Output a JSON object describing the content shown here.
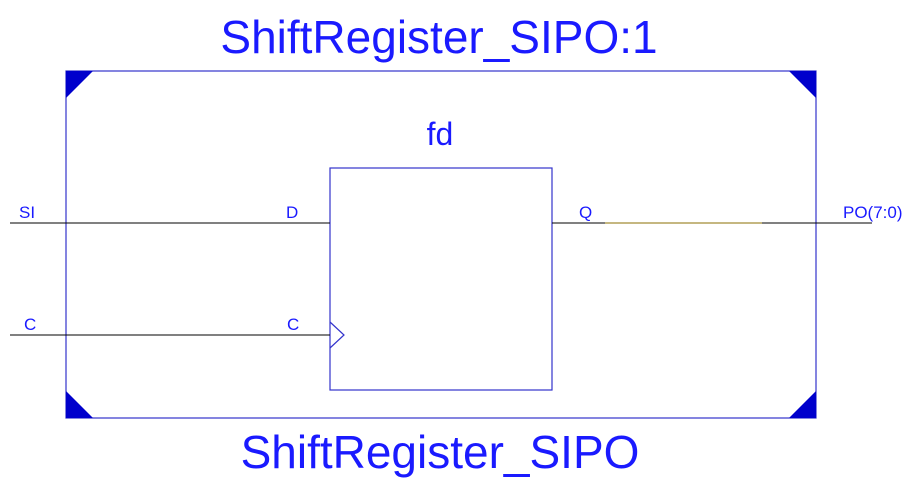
{
  "instance_name": "ShiftRegister_SIPO:1",
  "module_name": "ShiftRegister_SIPO",
  "cell_name": "fd",
  "ports": {
    "in_si": "SI",
    "in_c": "C",
    "out_po": "PO(7:0)"
  },
  "cell_pins": {
    "d": "D",
    "c": "C",
    "q": "Q"
  },
  "colors": {
    "label": "#1a1aff",
    "outline": "#3333cc",
    "corner": "#0000cc",
    "wire": "#000000",
    "bus": "#8b6f00"
  }
}
